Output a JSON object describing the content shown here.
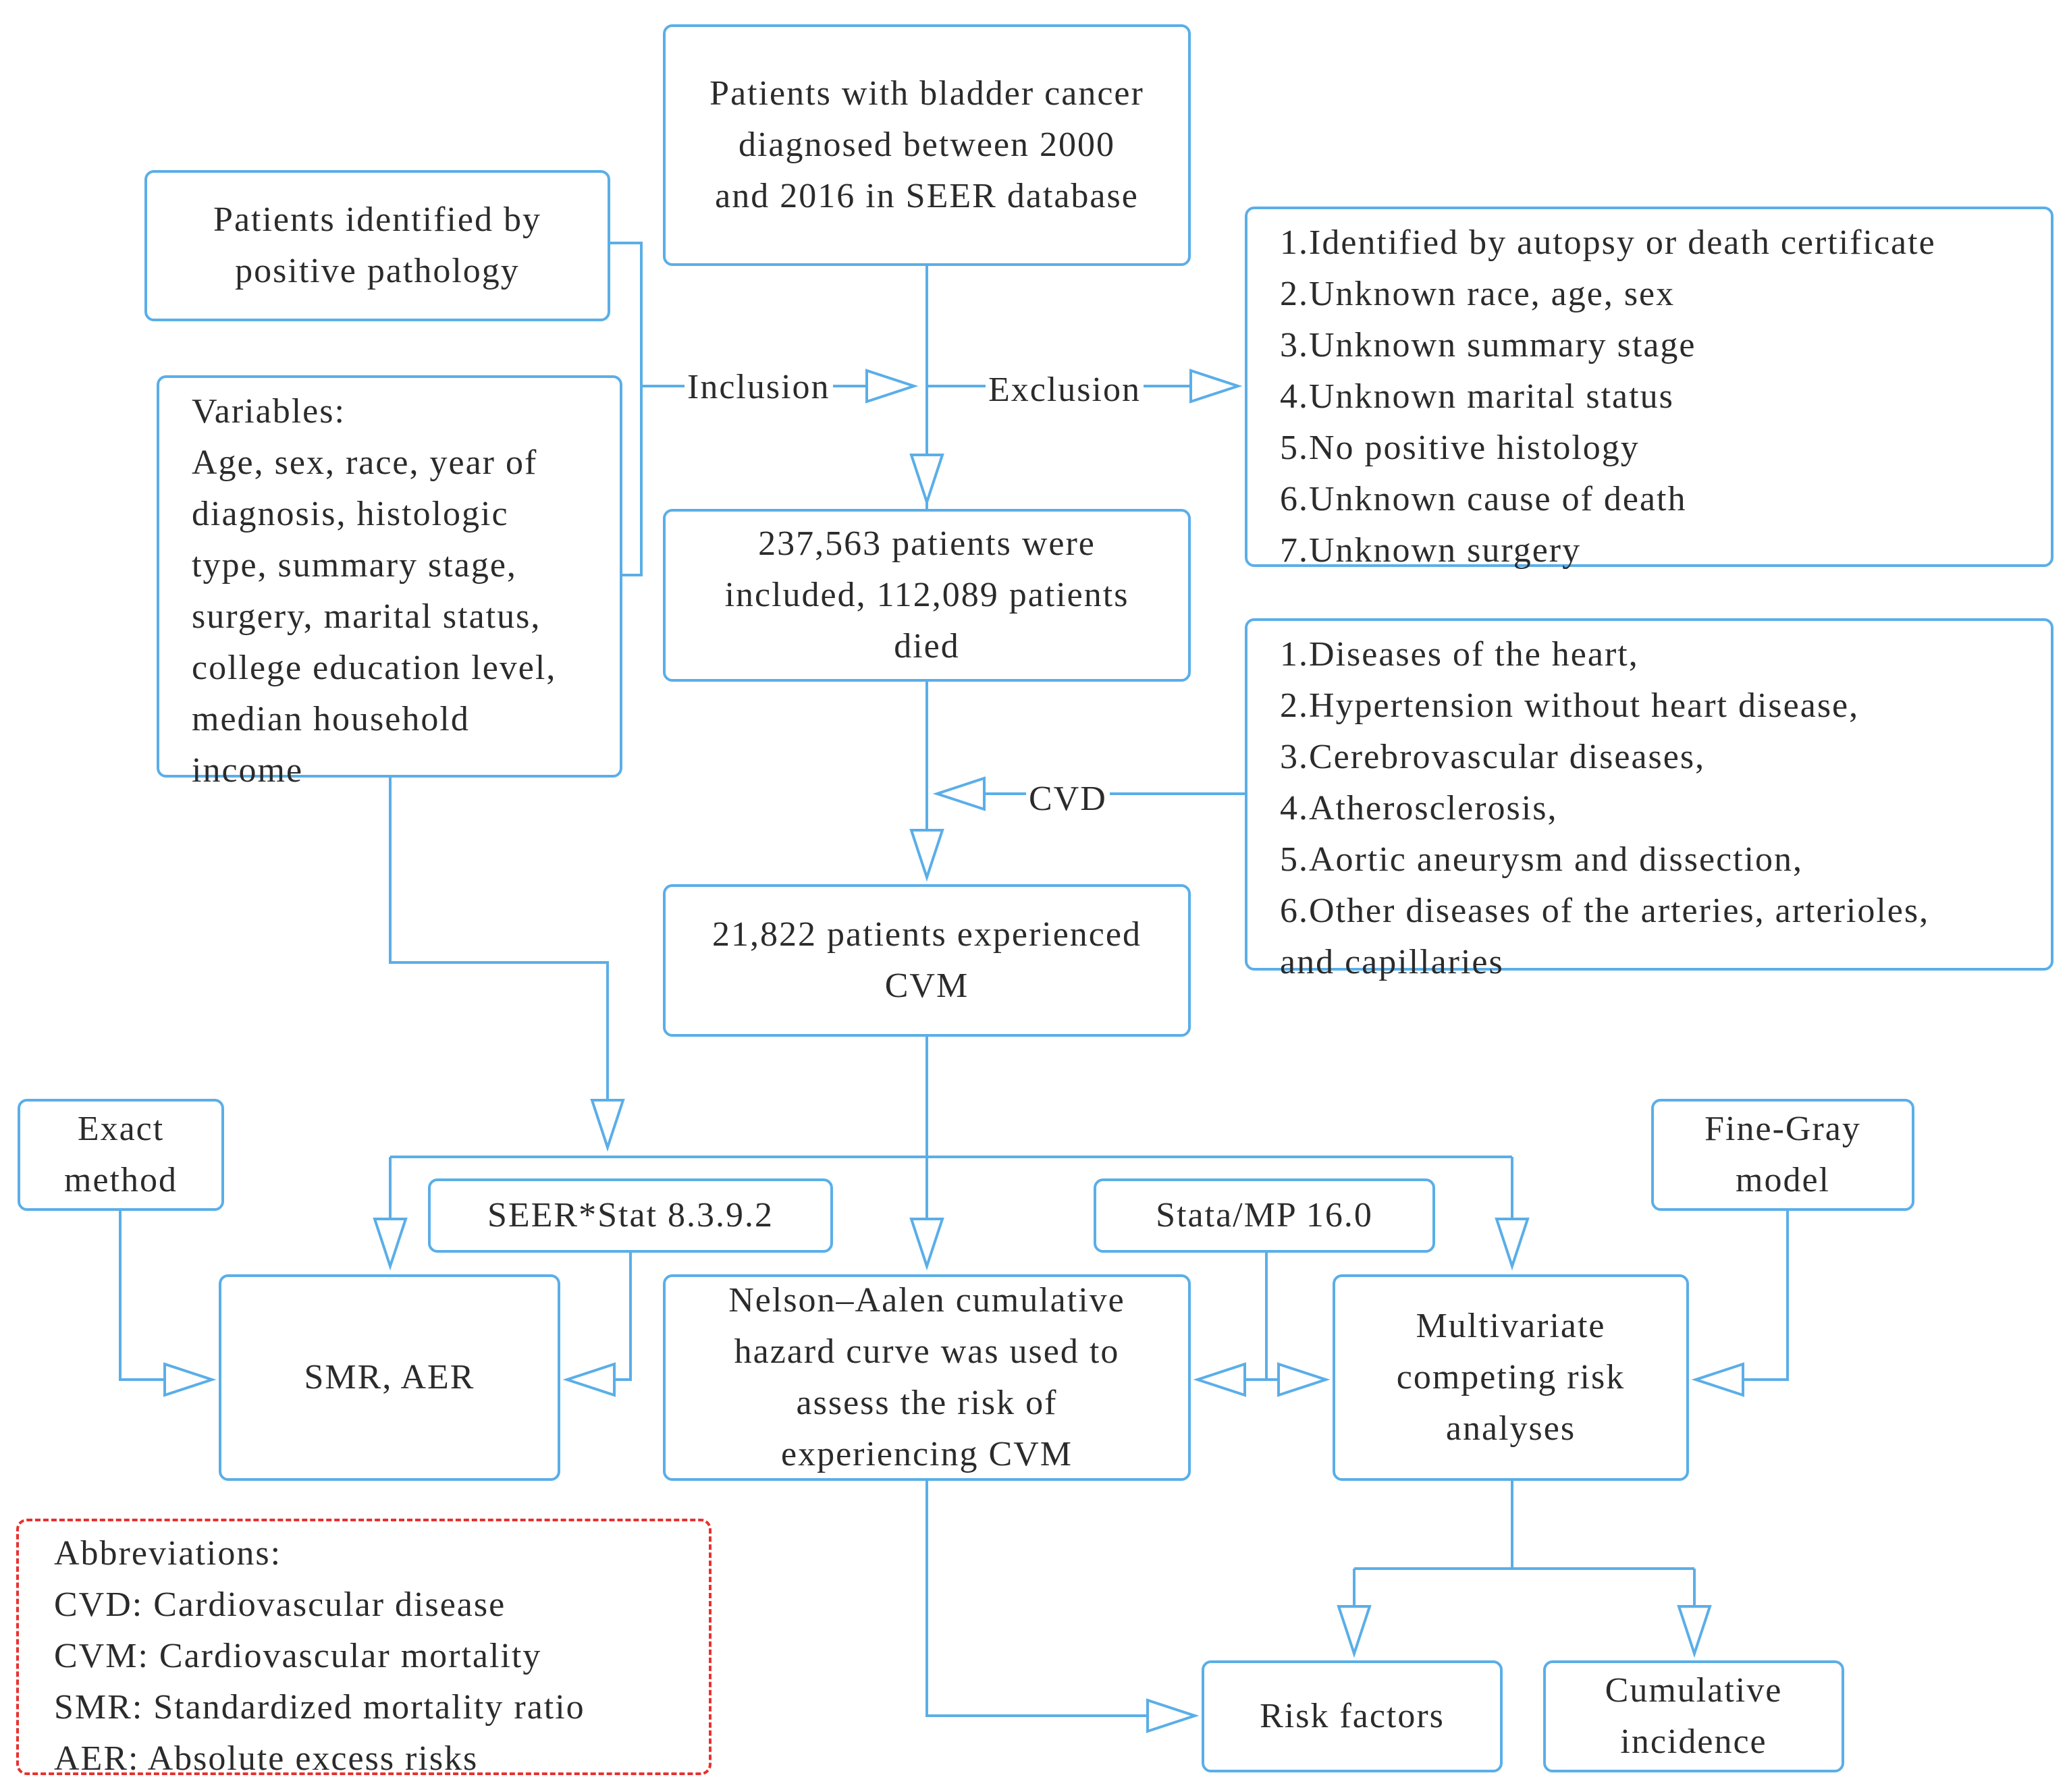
{
  "nodes": {
    "source": {
      "lines": [
        "Patients with bladder cancer",
        "diagnosed between 2000",
        "and 2016 in SEER database"
      ]
    },
    "pathology": {
      "lines": [
        "Patients identified by",
        "positive pathology"
      ]
    },
    "variables": {
      "lines": [
        "Variables:",
        "Age, sex, race, year of",
        "diagnosis, histologic",
        "type, summary stage,",
        "surgery, marital status,",
        "college education level,",
        "median household",
        "income"
      ]
    },
    "exclusion_criteria": {
      "lines": [
        "1.Identified by autopsy or death certificate",
        "2.Unknown race, age, sex",
        "3.Unknown summary stage",
        "4.Unknown marital status",
        "5.No positive histology",
        "6.Unknown cause of death",
        "7.Unknown surgery"
      ]
    },
    "included": {
      "lines": [
        "237,563 patients were",
        "included, 112,089 patients",
        "died"
      ]
    },
    "cvd_list": {
      "lines": [
        "1.Diseases of the heart,",
        "2.Hypertension without heart disease,",
        "3.Cerebrovascular diseases,",
        "4.Atherosclerosis,",
        "5.Aortic aneurysm and dissection,",
        "6.Other diseases of the arteries, arterioles,",
        "and capillaries"
      ]
    },
    "cvm": {
      "lines": [
        "21,822 patients experienced",
        "CVM"
      ]
    },
    "exact_method": {
      "lines": [
        "Exact",
        "method"
      ]
    },
    "seer_stat": {
      "lines": [
        "SEER*Stat 8.3.9.2"
      ]
    },
    "stata": {
      "lines": [
        "Stata/MP 16.0"
      ]
    },
    "fine_gray": {
      "lines": [
        "Fine-Gray",
        "model"
      ]
    },
    "smr_aer": {
      "lines": [
        "SMR, AER"
      ]
    },
    "nelson_aalen": {
      "lines": [
        "Nelson–Aalen cumulative",
        "hazard curve was used to",
        "assess the risk of",
        "experiencing CVM"
      ]
    },
    "competing_risk": {
      "lines": [
        "Multivariate",
        "competing risk",
        "analyses"
      ]
    },
    "risk_factors": {
      "lines": [
        "Risk factors"
      ]
    },
    "cumulative_incidence": {
      "lines": [
        "Cumulative",
        "incidence"
      ]
    }
  },
  "edge_labels": {
    "inclusion": "Inclusion",
    "exclusion": "Exclusion",
    "cvd": "CVD"
  },
  "abbreviations": {
    "title": "Abbreviations:",
    "items": [
      "CVD: Cardiovascular disease",
      "CVM: Cardiovascular mortality",
      "SMR: Standardized mortality ratio",
      "AER:  Absolute excess risks"
    ]
  },
  "colors": {
    "line": "#5aaee8",
    "abbreviation_border": "#e8312f",
    "text": "#2b2b2b"
  }
}
